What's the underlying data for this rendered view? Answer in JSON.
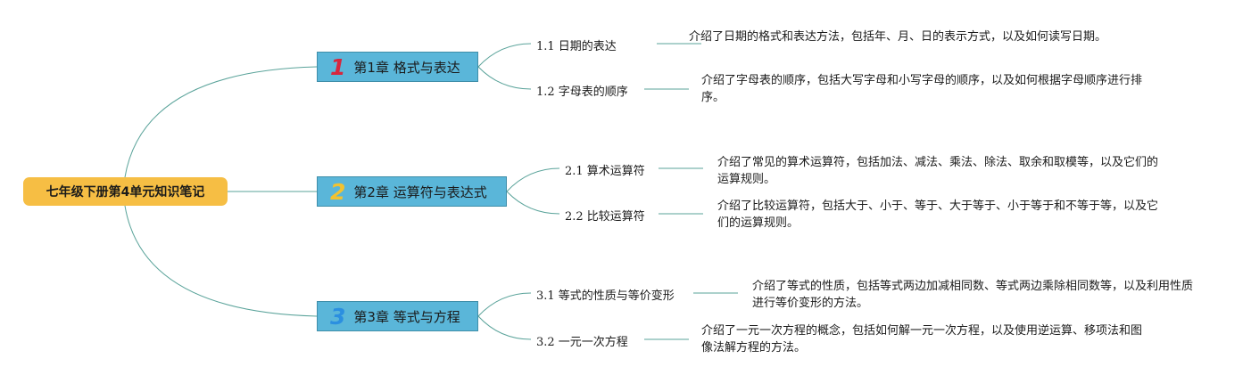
{
  "root": {
    "title": "七年级下册第4单元知识笔记",
    "color": "#f6be44"
  },
  "chapters": [
    {
      "num": "1",
      "num_color": "#d7263d",
      "title": "第1章 格式与表达",
      "sections": [
        {
          "title": "1.1 日期的表达",
          "desc": "介绍了日期的格式和表达方法，包括年、月、日的表示方式，以及如何读写日期。"
        },
        {
          "title": "1.2 字母表的顺序",
          "desc": "介绍了字母表的顺序，包括大写字母和小写字母的顺序，以及如何根据字母顺序进行排序。"
        }
      ]
    },
    {
      "num": "2",
      "num_color": "#f2c230",
      "title": "第2章 运算符与表达式",
      "sections": [
        {
          "title": "2.1 算术运算符",
          "desc": "介绍了常见的算术运算符，包括加法、减法、乘法、除法、取余和取模等，以及它们的运算规则。"
        },
        {
          "title": "2.2 比较运算符",
          "desc": "介绍了比较运算符，包括大于、小于、等于、大于等于、小于等于和不等于等，以及它们的运算规则。"
        }
      ]
    },
    {
      "num": "3",
      "num_color": "#2b8fe0",
      "title": "第3章 等式与方程",
      "sections": [
        {
          "title": "3.1 等式的性质与等价变形",
          "desc": "介绍了等式的性质，包括等式两边加减相同数、等式两边乘除相同数等，以及利用性质进行等价变形的方法。"
        },
        {
          "title": "3.2 一元一次方程",
          "desc": "介绍了一元一次方程的概念，包括如何解一元一次方程，以及使用逆运算、移项法和图像法解方程的方法。"
        }
      ]
    }
  ],
  "line_color": "#5aa39a"
}
